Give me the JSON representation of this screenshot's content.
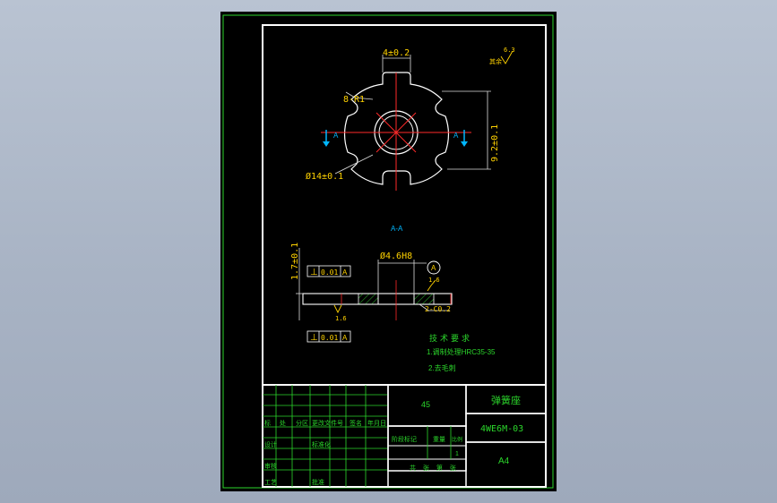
{
  "drawing": {
    "title": "弹簧座",
    "drawing_number": "4WE6M-03",
    "material": "45",
    "sheet_size": "A4",
    "top_view": {
      "dim_slot_width": "4±0.2",
      "dim_radius": "8-R1",
      "dim_height": "9.2±0.1",
      "dim_diameter": "Ø14±0.1",
      "roughness_value": "6.3",
      "roughness_note": "其余",
      "section_marker_left": "A",
      "section_marker_right": "A"
    },
    "section_view": {
      "label": "A-A",
      "dim_bore": "Ø4.6H8",
      "datum": "A",
      "dim_thickness": "1.7±0.1",
      "chamfer": "2-C0.2",
      "roughness_right": "1.6",
      "roughness_bottom": "1.6",
      "tolerance_top": {
        "symbol": "⊥",
        "value": "0.01",
        "datum": "A"
      },
      "tolerance_bottom": {
        "symbol": "⊥",
        "value": "0.01",
        "datum": "A"
      }
    },
    "tech_requirements": {
      "heading": "技术要求",
      "items": [
        "1.调制处理HRC35-35",
        "2.去毛刺"
      ]
    },
    "title_block": {
      "row1": [
        "标",
        "处",
        "分区",
        "更改文件号",
        "签名",
        "年月日"
      ],
      "row2_labels": [
        "设计",
        "标准化",
        "阶段标记",
        "重量",
        "比例"
      ],
      "row3_labels": [
        "审核"
      ],
      "row4_labels": [
        "工艺",
        "批准"
      ],
      "stage_label": "阶段标记",
      "weight_label": "重量",
      "ratio_label": "比例",
      "ratio_value": "1",
      "sheet_count": "共 张 第 张"
    }
  }
}
